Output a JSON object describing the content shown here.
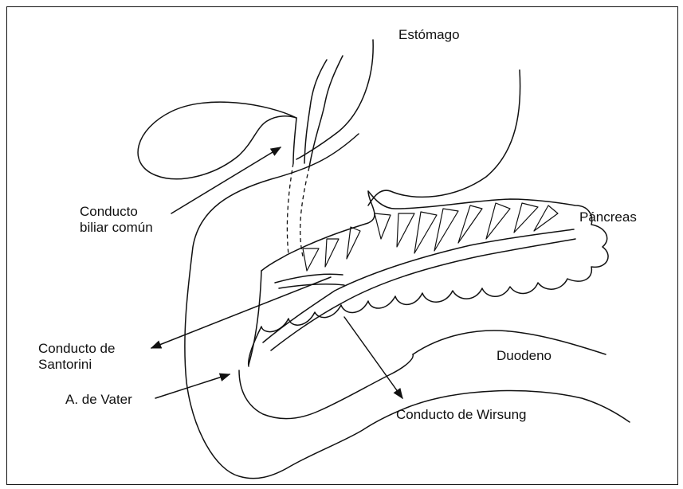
{
  "labels": {
    "estomago": "Estómago",
    "conducto_biliar_1": "Conducto",
    "conducto_biliar_2": "biliar común",
    "pancreas": "Páncreas",
    "santorini_1": "Conducto de",
    "santorini_2": "Santorini",
    "duodeno": "Duodeno",
    "vater": "A. de Vater",
    "wirsung": "Conducto de Wirsung"
  },
  "colors": {
    "line": "#111111",
    "background": "#ffffff"
  }
}
